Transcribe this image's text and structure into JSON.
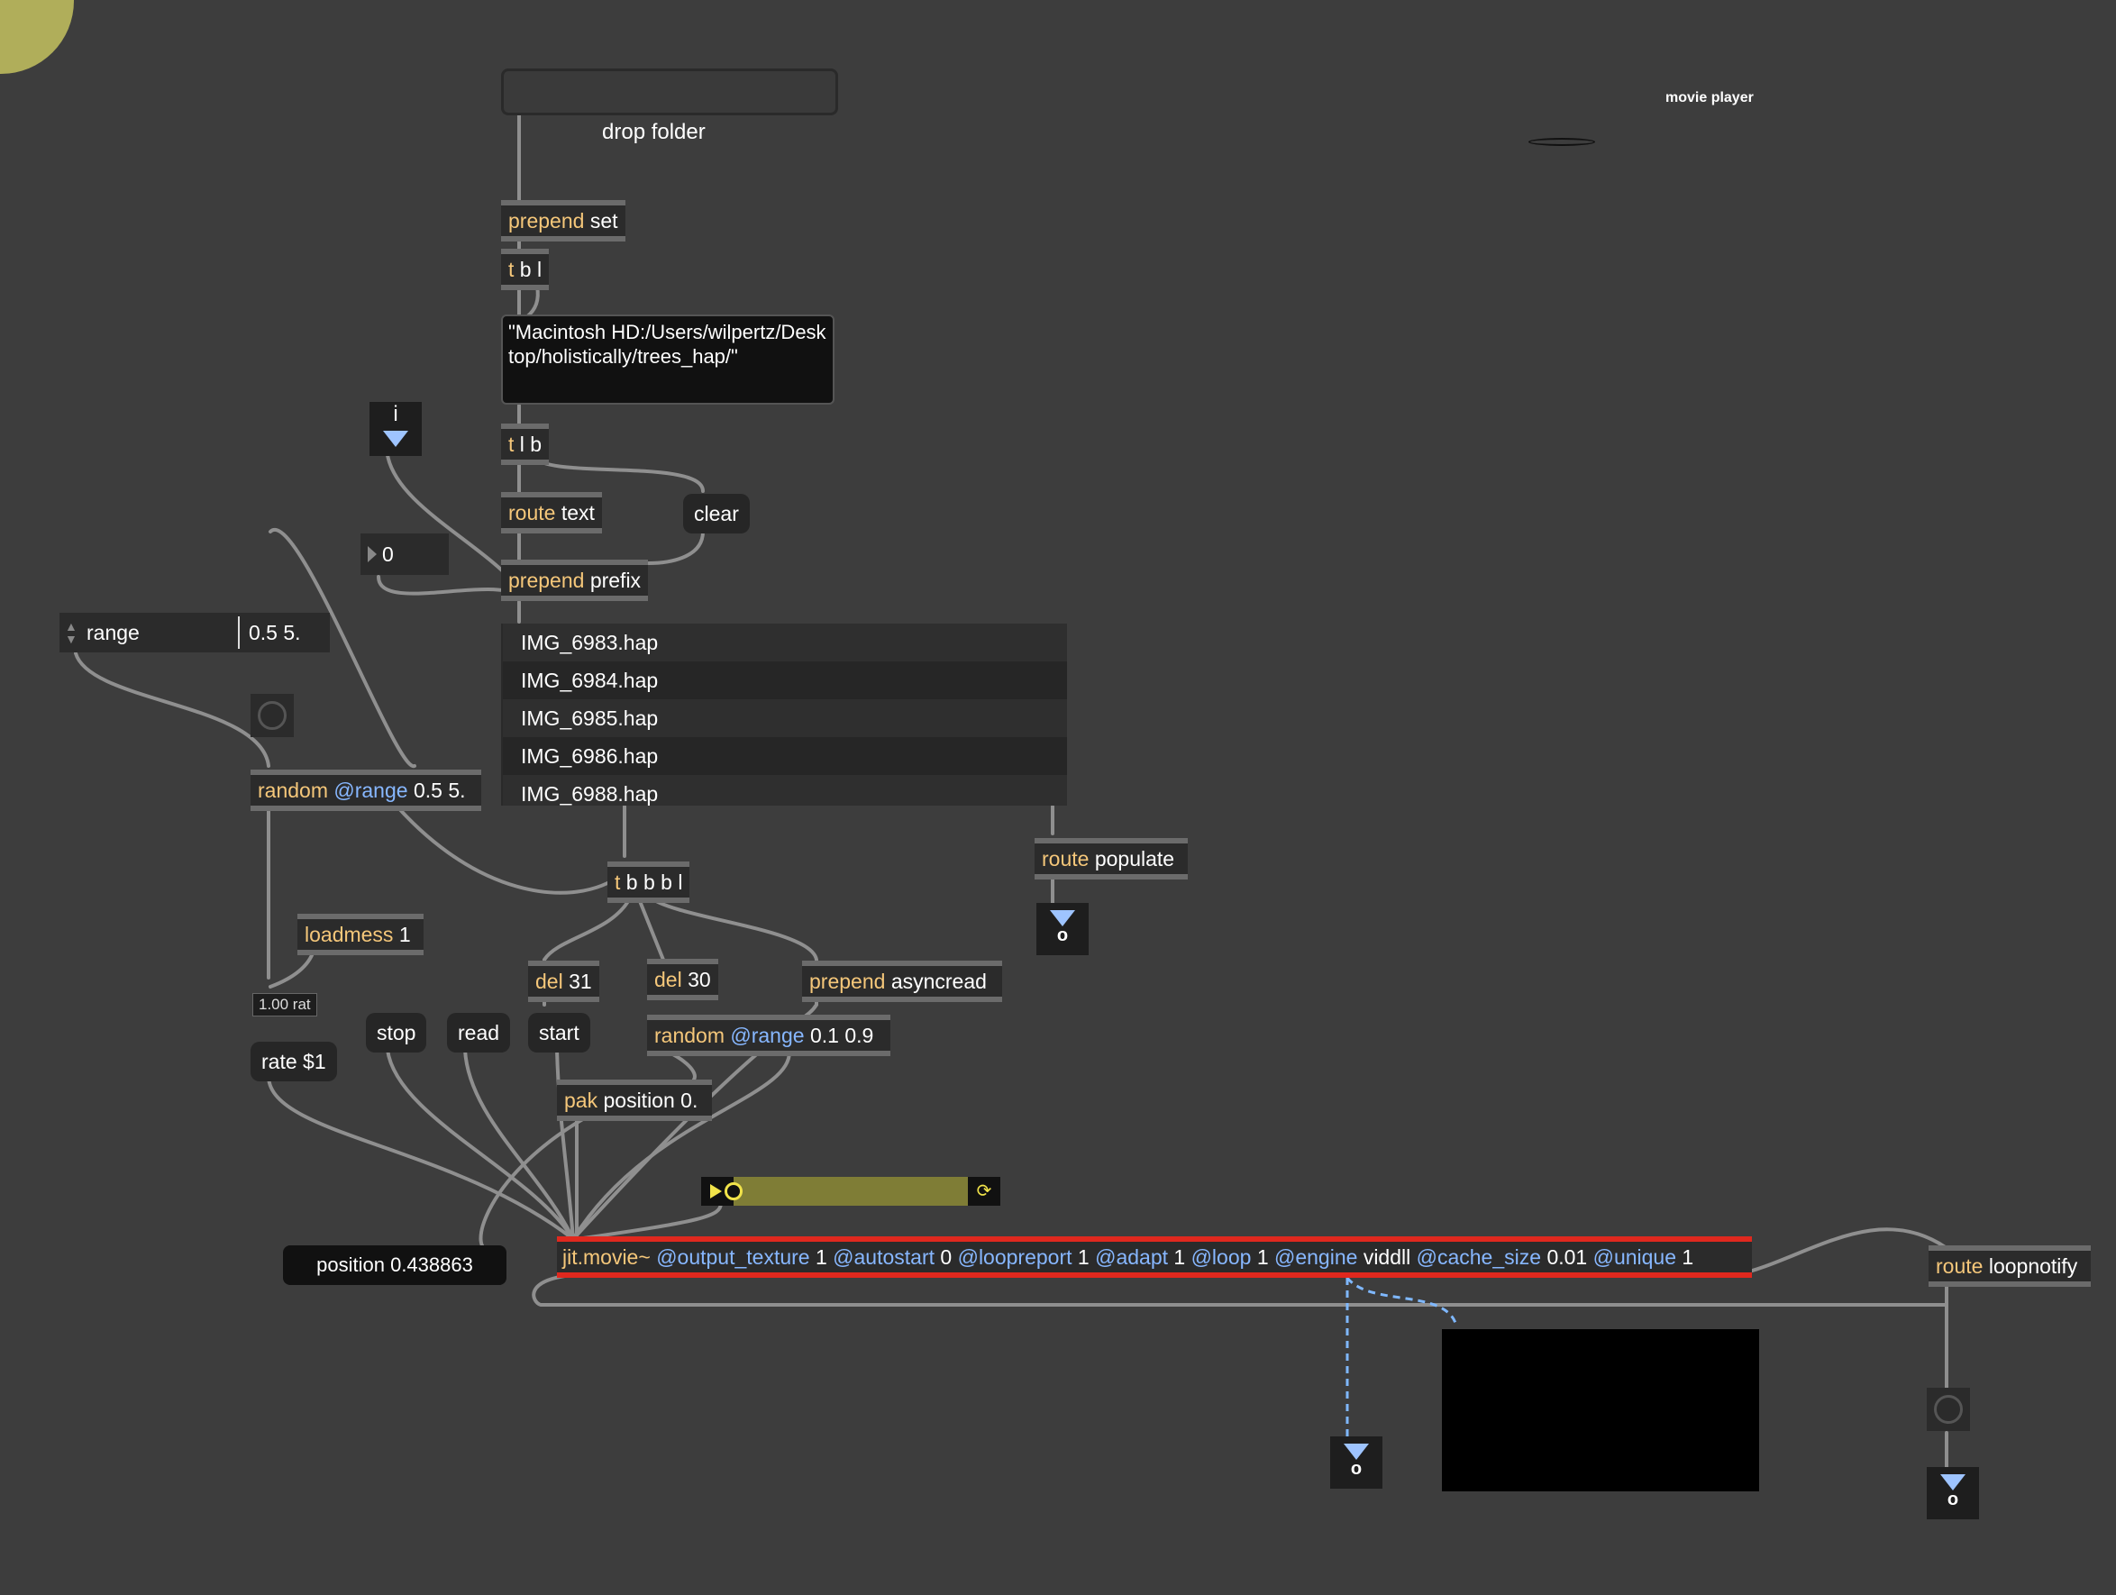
{
  "canvas": {
    "background": "#3d3d3d",
    "accent": "#b0ae5a",
    "selection_red": "#e0281e"
  },
  "dropzone": {
    "label": "drop folder"
  },
  "comment": {
    "title": "movie player"
  },
  "objects": {
    "prepend_set": {
      "name": "prepend",
      "arg": "set"
    },
    "tbl": {
      "name": "t",
      "arg": "b l"
    },
    "path_msg": {
      "text": "\"Macintosh HD:/Users/wilpertz/Desktop/holistically/trees_hap/\""
    },
    "tlb": {
      "name": "t",
      "arg": "l b"
    },
    "route_text": {
      "name": "route",
      "arg": "text"
    },
    "clear": {
      "text": "clear"
    },
    "prepend_prefix": {
      "name": "prepend",
      "arg": "prefix"
    },
    "inlet_i": {
      "label": "i"
    },
    "number_zero": {
      "value": "0"
    },
    "range_attr": {
      "label": "range",
      "value": "0.5 5."
    },
    "random_range": {
      "name": "random",
      "attr": "@range",
      "arg": "0.5 5."
    },
    "route_populate": {
      "name": "route",
      "arg": "populate"
    },
    "outlet_populate": {
      "label": "o"
    },
    "tbbbl": {
      "name": "t",
      "arg": "b b b l"
    },
    "loadmess": {
      "name": "loadmess",
      "arg": "1"
    },
    "rate_display": {
      "value": "1.00 rat"
    },
    "rate_msg": {
      "text": "rate $1"
    },
    "stop": {
      "text": "stop"
    },
    "read": {
      "text": "read"
    },
    "start": {
      "text": "start"
    },
    "del31": {
      "name": "del",
      "arg": "31"
    },
    "del30": {
      "name": "del",
      "arg": "30"
    },
    "prepend_asyncread": {
      "name": "prepend",
      "arg": "asyncread"
    },
    "random_range2": {
      "name": "random",
      "attr": "@range",
      "arg": "0.1 0.9"
    },
    "pak_position": {
      "name": "pak",
      "arg": "position 0."
    },
    "position_msg": {
      "text": "position 0.438863"
    },
    "jit_movie": {
      "name": "jit.movie~",
      "a1": "@output_texture",
      "v1": "1",
      "a2": "@autostart",
      "v2": "0",
      "a3": "@loopreport",
      "v3": "1",
      "a4": "@adapt",
      "v4": "1",
      "a5": "@loop",
      "v5": "1",
      "a6": "@engine",
      "v6": "viddll",
      "a7": "@cache_size",
      "v7": "0.01",
      "a8": "@unique",
      "v8": "1"
    },
    "route_loopnotify": {
      "name": "route",
      "arg": "loopnotify"
    },
    "outlet_video": {
      "label": "o"
    },
    "outlet_loop": {
      "label": "o"
    }
  },
  "umenu": {
    "items": [
      "IMG_6983.hap",
      "IMG_6984.hap",
      "IMG_6985.hap",
      "IMG_6986.hap",
      "IMG_6988.hap"
    ]
  },
  "transport": {
    "play_icon": "play-icon",
    "loop_icon": "loop-icon",
    "progress": 0.0
  },
  "icons": {
    "inlet": "triangle-down-icon",
    "button": "bang-ring-icon"
  }
}
